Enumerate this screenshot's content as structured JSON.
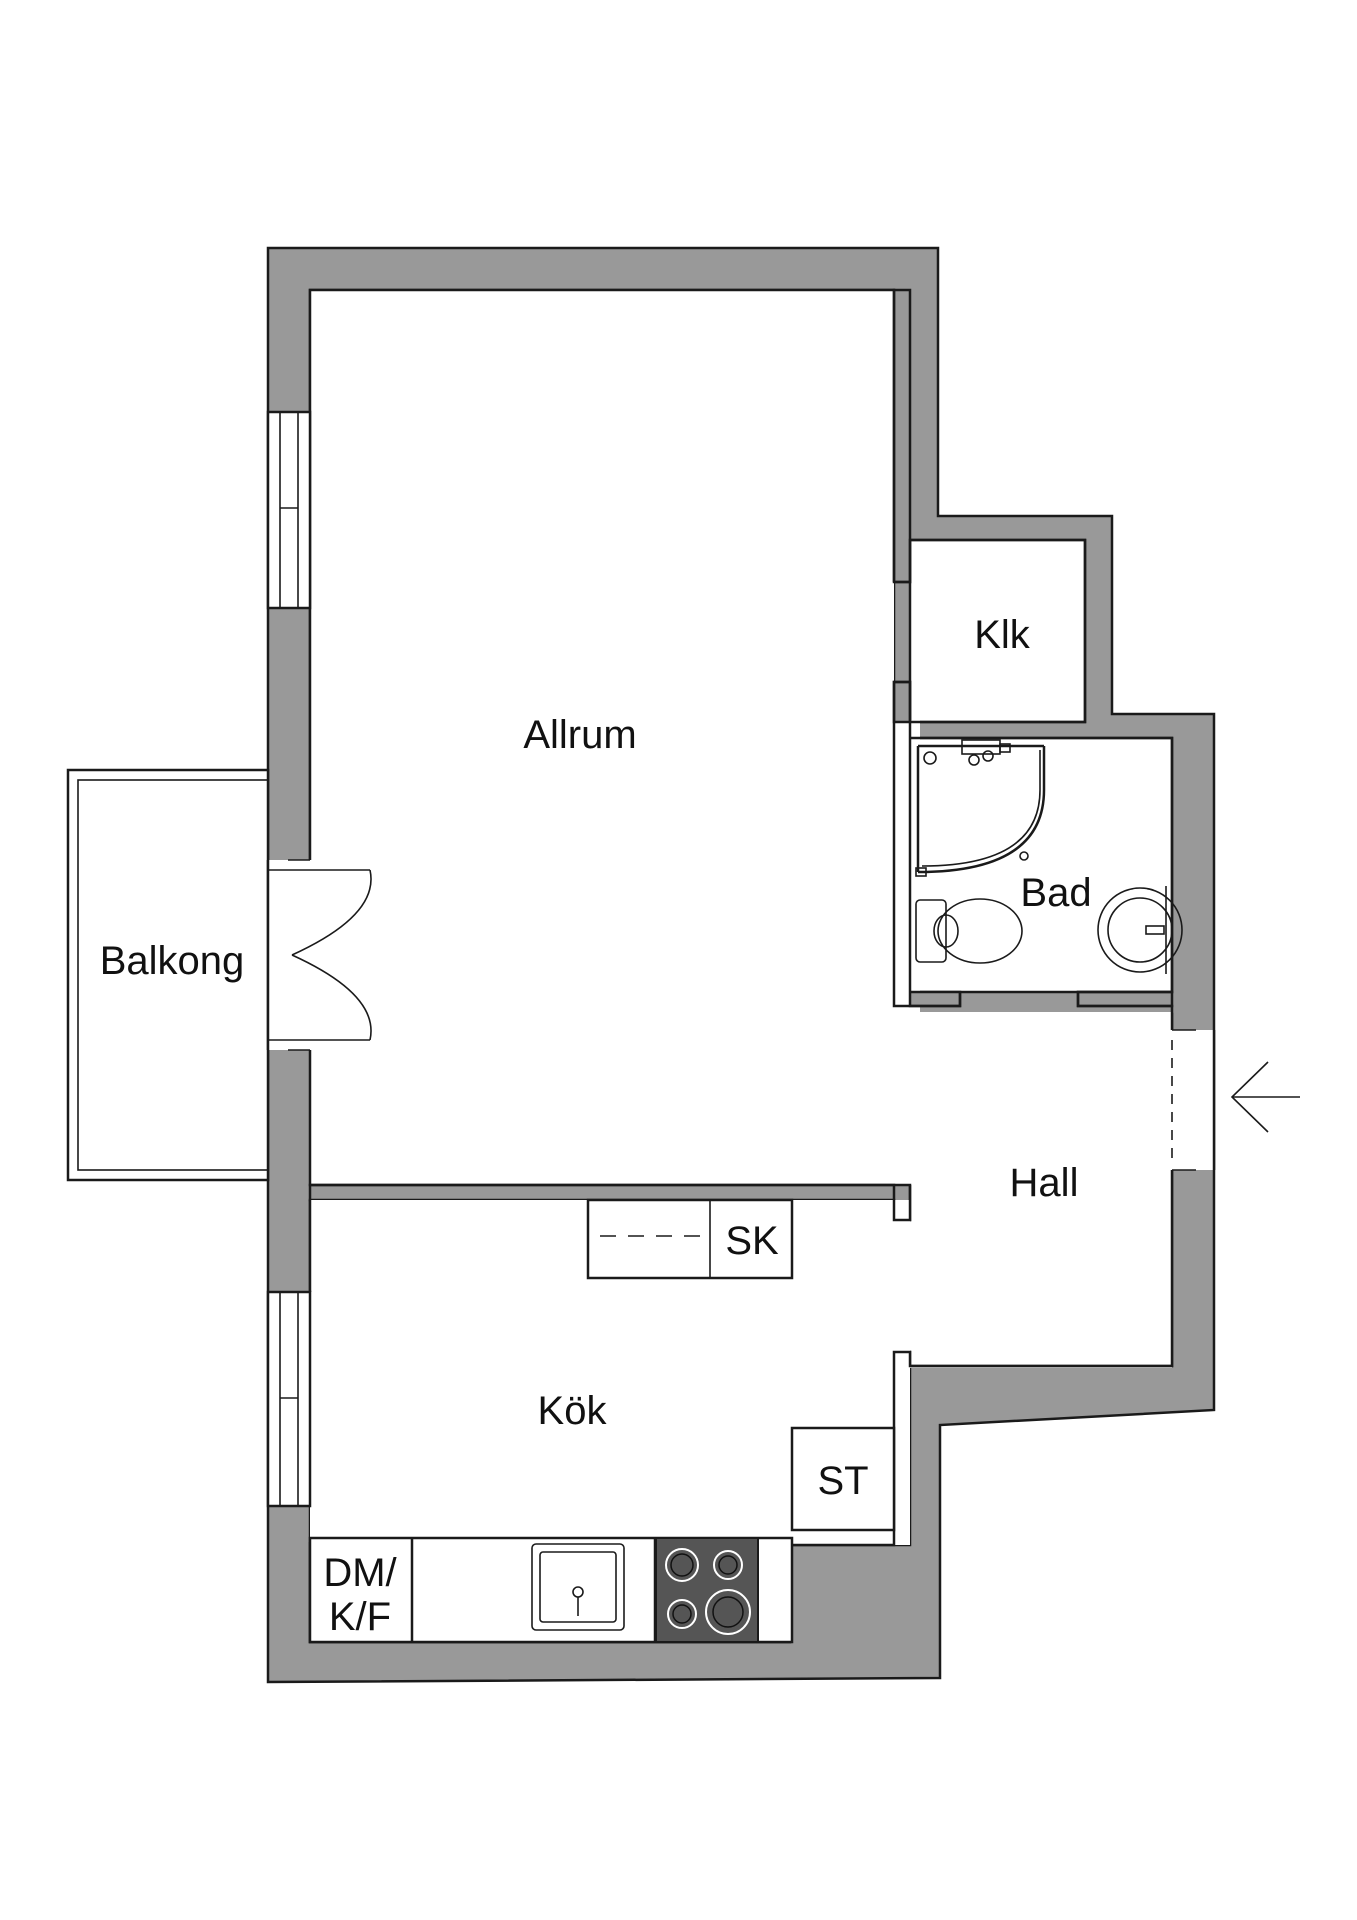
{
  "rooms": {
    "allrum": "Allrum",
    "klk": "Klk",
    "bad": "Bad",
    "balkong": "Balkong",
    "hall": "Hall",
    "kok": "Kök"
  },
  "fixtures": {
    "sk": "SK",
    "st": "ST",
    "dm_line1": "DM/",
    "dm_line2": "K/F"
  },
  "colors": {
    "wall": "#999999",
    "stroke": "#1a1a1a",
    "stove": "#555555"
  }
}
